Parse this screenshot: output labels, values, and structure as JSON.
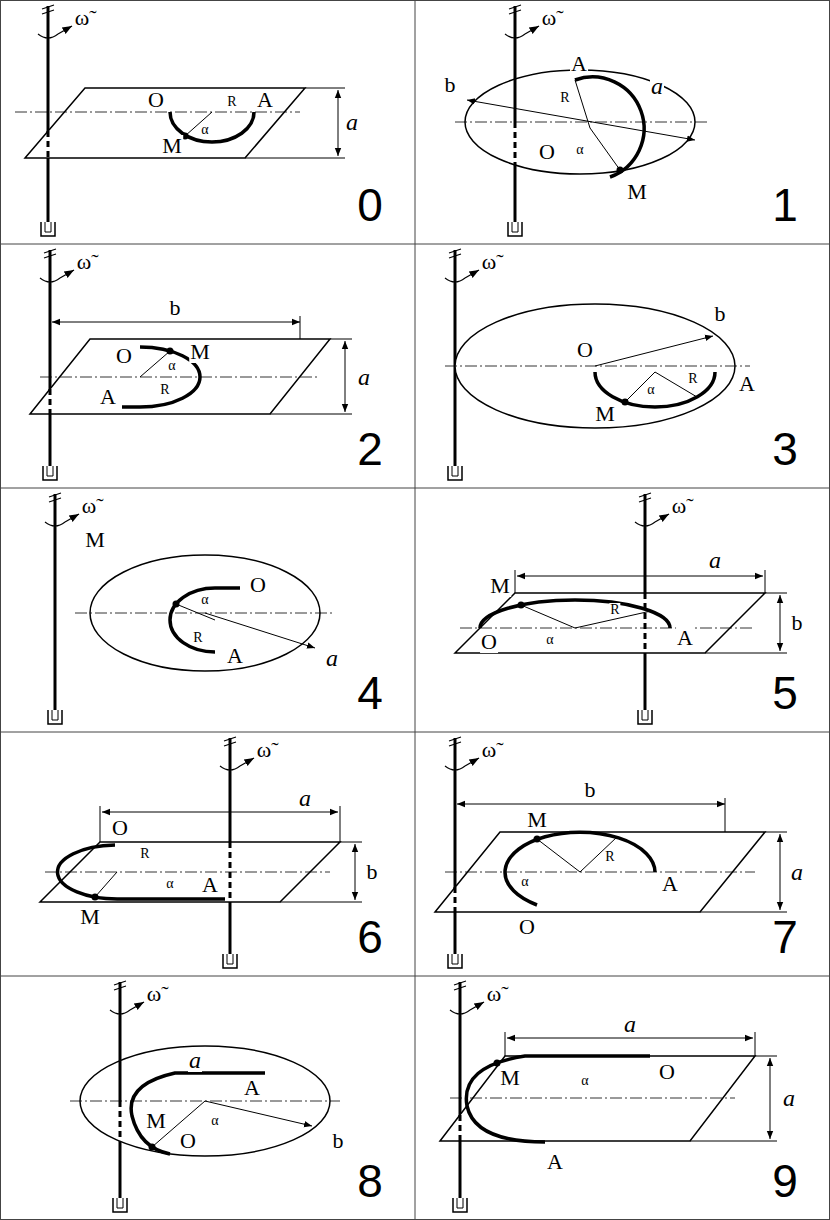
{
  "diagram": {
    "labels": [
      "ω̃",
      "O",
      "A",
      "α",
      "R",
      "M",
      "a",
      "0",
      "ω̃",
      "b",
      "R",
      "A",
      "a",
      "O",
      "α",
      "M",
      "1",
      "ω̃",
      "b",
      "O",
      "α",
      "M",
      "a",
      "A",
      "R",
      "2",
      "ω̃",
      "b",
      "O",
      "A",
      "α",
      "R",
      "M",
      "3",
      "ω̃",
      "M",
      "α",
      "O",
      "R",
      "A",
      "a",
      "4",
      "ω̃",
      "a",
      "M",
      "α",
      "R",
      "A",
      "O",
      "b",
      "5",
      "ω̃",
      "a",
      "O",
      "R",
      "α",
      "b",
      "M",
      "A",
      "6",
      "ω̃",
      "b",
      "M",
      "R",
      "α",
      "A",
      "a",
      "O",
      "7",
      "ω̃",
      "a",
      "A",
      "b",
      "M",
      "α",
      "O",
      "8",
      "ω̃",
      "a",
      "M",
      "α",
      "O",
      "a",
      "A",
      "9"
    ]
  }
}
